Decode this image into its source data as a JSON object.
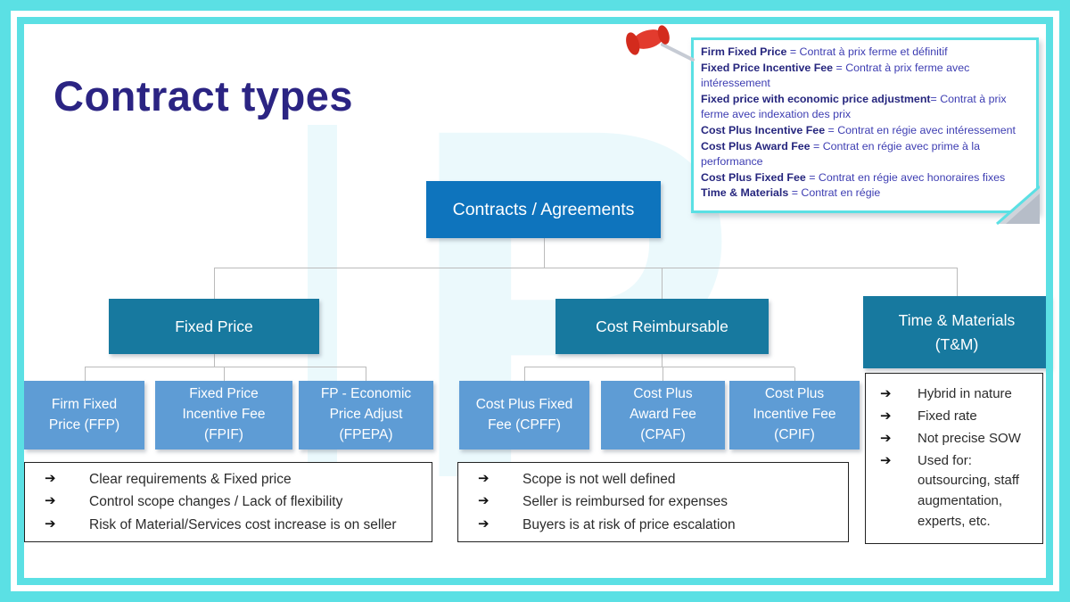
{
  "slide": {
    "title": "Contract types",
    "watermark_letter": "P",
    "bullet_glyph": "➔"
  },
  "colors": {
    "frame": "#5BE0E4",
    "title_text": "#2B2483",
    "root_box": "#0E74BD",
    "level2_box": "#17799F",
    "level3_box": "#5E9CD5",
    "note_term": "#26267E",
    "note_definition": "#3D3DB2",
    "pin_red": "#E23B2E",
    "connector": "#BBBBBB"
  },
  "note": {
    "definitions": [
      {
        "term": "Firm Fixed Price",
        "def": " = Contrat à prix ferme et définitif"
      },
      {
        "term": "Fixed Price Incentive Fee",
        "def": " = Contrat à prix ferme avec intéressement"
      },
      {
        "term": "Fixed price with economic price adjustment",
        "def": "=  Contrat à prix ferme avec indexation des prix"
      },
      {
        "term": "Cost Plus Incentive Fee",
        "def": " = Contrat en régie avec intéressement"
      },
      {
        "term": "Cost Plus Award Fee",
        "def": " = Contrat en régie avec prime à la performance"
      },
      {
        "term": "Cost Plus Fixed Fee",
        "def": " = Contrat en régie avec honoraires fixes"
      },
      {
        "term": "Time & Materials",
        "def": " = Contrat en régie"
      }
    ]
  },
  "org_chart": {
    "root": {
      "label": "Contracts / Agreements"
    },
    "fixed_price": {
      "label": "Fixed Price"
    },
    "cost_reimbursable": {
      "label": "Cost Reimbursable"
    },
    "time_materials": {
      "line1": "Time & Materials",
      "line2": "(T&M)"
    },
    "fixed_price_children": [
      {
        "line1": "Firm Fixed",
        "line2": "Price (FFP)"
      },
      {
        "line1": "Fixed Price",
        "line2": "Incentive Fee",
        "line3": "(FPIF)"
      },
      {
        "line1": "FP - Economic",
        "line2": "Price Adjust",
        "line3": "(FPEPA)"
      }
    ],
    "cost_reimbursable_children": [
      {
        "line1": "Cost Plus Fixed",
        "line2": "Fee (CPFF)"
      },
      {
        "line1": "Cost Plus",
        "line2": "Award Fee",
        "line3": "(CPAF)"
      },
      {
        "line1": "Cost Plus",
        "line2": "Incentive Fee",
        "line3": "(CPIF)"
      }
    ]
  },
  "panels": {
    "fixed_price_notes": [
      "Clear requirements & Fixed price",
      "Control scope changes / Lack of flexibility",
      "Risk of Material/Services cost increase is on seller"
    ],
    "cost_reimbursable_notes": [
      "Scope is not well defined",
      "Seller is reimbursed for expenses",
      "Buyers is at risk of price escalation"
    ],
    "time_materials_notes": [
      "Hybrid in nature",
      "Fixed rate",
      "Not precise SOW",
      "Used for: outsourcing, staff augmentation, experts, etc."
    ]
  }
}
